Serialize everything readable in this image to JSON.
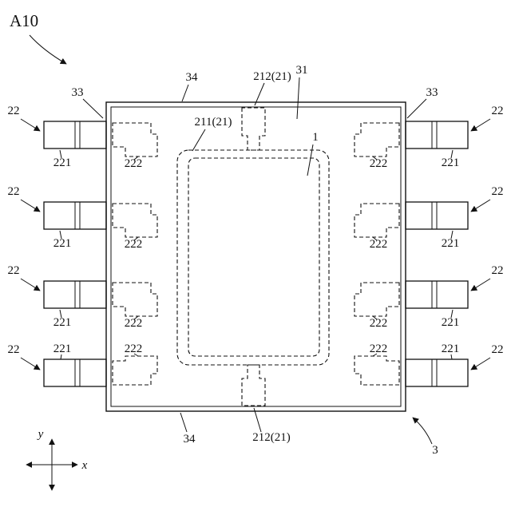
{
  "figure": {
    "id_label": "A10",
    "labels": {
      "lead": "22",
      "lead_terminal": "221",
      "lead_inner": "222",
      "side_face": "33",
      "main_face": "34",
      "resin": "31",
      "frame": "211(21)",
      "tab": "212(21)",
      "element": "1",
      "device": "3"
    },
    "axes": {
      "x": "x",
      "y": "y"
    }
  }
}
